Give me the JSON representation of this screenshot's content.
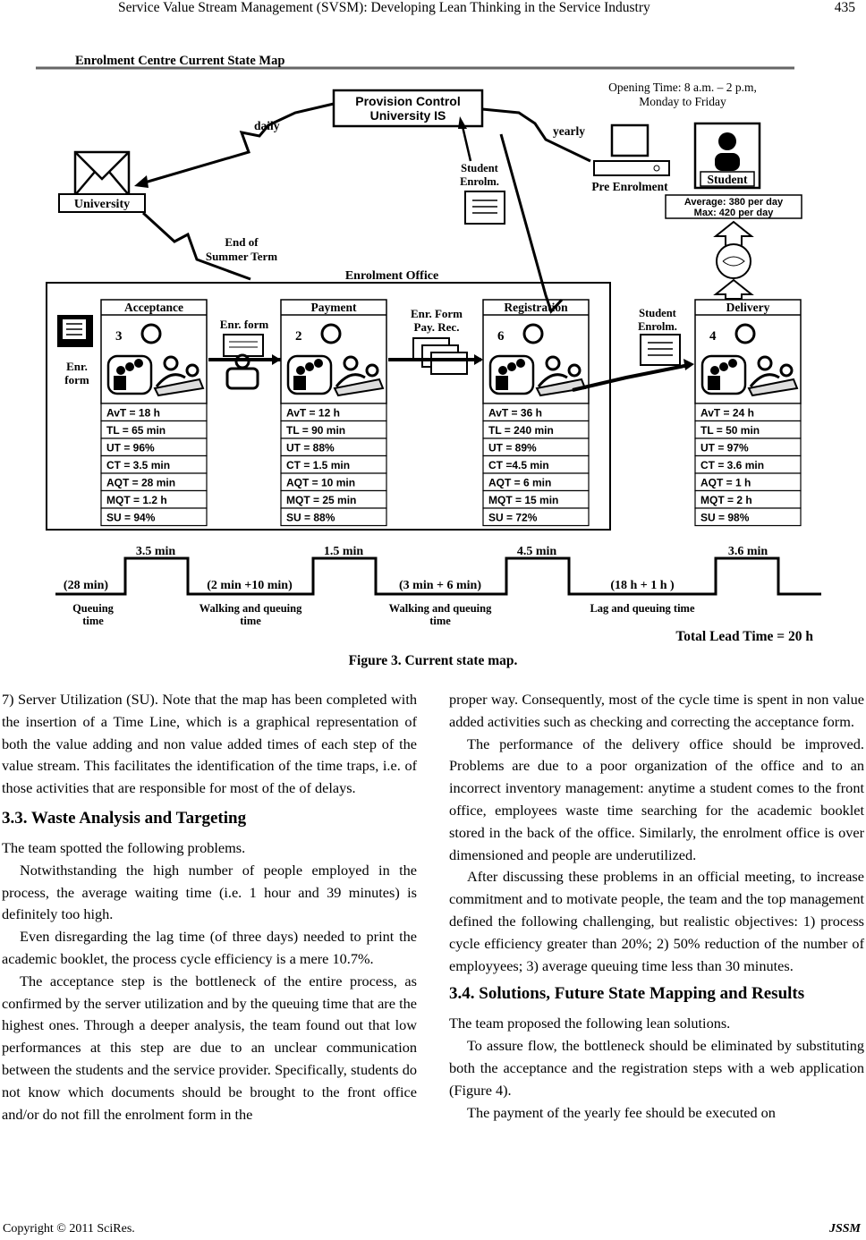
{
  "header": {
    "title": "Service Value Stream Management (SVSM): Developing Lean Thinking in the Service Industry",
    "page_number": "435"
  },
  "figure": {
    "map_title": "Enrolment Centre Current State Map",
    "provision_line1": "Provision Control",
    "provision_line2": "University IS",
    "opening_line1": "Opening Time: 8 a.m. – 2 p.m,",
    "opening_line2": "Monday to Friday",
    "label_daily": "daily",
    "label_yearly": "yearly",
    "university": "University",
    "student_enrolm_top_1": "Student",
    "student_enrolm_top_2": "Enrolm.",
    "pre_enrolment": "Pre Enrolment",
    "student": "Student",
    "average": "Average: 380 per day",
    "max": "Max: 420 per day",
    "end_of_1": "End of",
    "end_of_2": "Summer Term",
    "enrolment_office": "Enrolment Office",
    "enr_form_1": "Enr.",
    "enr_form_2": "form",
    "enr_form_label": "Enr. form",
    "enr_form_pay_1": "Enr. Form",
    "enr_form_pay_2": "Pay. Rec.",
    "student_enrolm_mid_1": "Student",
    "student_enrolm_mid_2": "Enrolm.",
    "processes": [
      {
        "name": "Acceptance",
        "operators": "3",
        "metrics": [
          "AvT = 18 h",
          "TL = 65 min",
          "UT = 96%",
          "CT = 3.5 min",
          "AQT = 28 min",
          "MQT = 1.2 h",
          "SU = 94%"
        ]
      },
      {
        "name": "Payment",
        "operators": "2",
        "metrics": [
          "AvT = 12 h",
          "TL = 90 min",
          "UT = 88%",
          "CT = 1.5 min",
          "AQT = 10 min",
          "MQT = 25 min",
          "SU = 88%"
        ]
      },
      {
        "name": "Registration",
        "operators": "6",
        "metrics": [
          "AvT = 36 h",
          "TL = 240 min",
          "UT = 89%",
          "CT =4.5 min",
          "AQT = 6 min",
          "MQT = 15 min",
          "SU = 72%"
        ]
      },
      {
        "name": "Delivery",
        "operators": "4",
        "metrics": [
          "AvT = 24 h",
          "TL = 50 min",
          "UT = 97%",
          "CT = 3.6 min",
          "AQT = 1 h",
          "MQT = 2 h",
          "SU = 98%"
        ]
      }
    ],
    "timeline": {
      "value_times": [
        "3.5 min",
        "1.5 min",
        "4.5 min",
        "3.6 min"
      ],
      "wait_times": [
        "(28 min)",
        "(2 min +10 min)",
        "(3 min + 6 min)",
        "(18 h + 1 h )"
      ],
      "wait_labels": [
        [
          "Queuing",
          "time"
        ],
        [
          "Walking and queuing",
          "time"
        ],
        [
          "Walking and queuing",
          "time"
        ],
        [
          "Lag and queuing time",
          ""
        ]
      ],
      "total": "Total Lead Time = 20 h"
    },
    "caption": "Figure 3. Current state map."
  },
  "left_column": {
    "p1": "7) Server Utilization (SU). Note that the map has been completed with the insertion of a Time Line, which is a graphical representation of both the value adding and non value added times of each step of the value stream. This facilitates the identification of the time traps, i.e. of those activities that are responsible for most of the of delays.",
    "h1": "3.3. Waste Analysis and Targeting",
    "p2": "The team spotted the following problems.",
    "p3": "Notwithstanding the high number of people employed in the process, the average waiting time (i.e. 1 hour and 39 minutes) is definitely too high.",
    "p4": "Even disregarding the lag time (of three days) needed to print the academic booklet, the process cycle efficiency is a mere 10.7%.",
    "p5": "The acceptance step is the bottleneck of the entire process, as confirmed by the server utilization and by the queuing time that are the highest ones. Through a deeper analysis, the team found out that low performances at this step are due to an unclear communication between the students and the service provider. Specifically, students do not know which documents should be brought to the front office and/or do not fill the enrolment form in the"
  },
  "right_column": {
    "p1": "proper way. Consequently, most of the cycle time is spent in non value added activities such as checking and correcting the acceptance form.",
    "p2": "The performance of the delivery office should be improved. Problems are due to a poor organization of the office and to an incorrect inventory management: anytime a student comes to the front office, employees waste time searching for the academic booklet stored in the back of the office. Similarly, the enrolment office is over dimensioned and people are underutilized.",
    "p3": "After discussing these problems in an official meeting, to increase commitment and to motivate people, the team and the top management defined the following challenging, but realistic objectives: 1) process cycle efficiency greater than 20%; 2) 50% reduction of the number of employyees; 3) average queuing time less than 30 minutes.",
    "h1": "3.4. Solutions, Future State Mapping and Results",
    "p4": "The team proposed the following lean solutions.",
    "p5": "To assure flow, the bottleneck should be eliminated by substituting both the acceptance and the registration steps with a web application (Figure 4).",
    "p6": "The payment of the yearly fee should be executed on"
  },
  "footer": {
    "copyright": "Copyright © 2011 SciRes.",
    "journal": "JSSM"
  }
}
